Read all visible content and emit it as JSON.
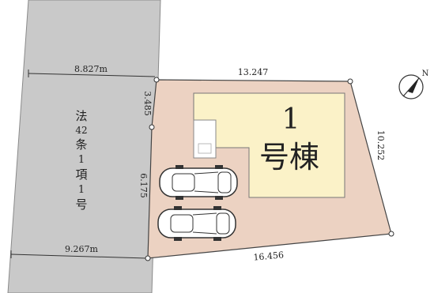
{
  "road": {
    "label_lines": [
      "法",
      "42",
      "条",
      "1",
      "項",
      "1",
      "号"
    ],
    "frontage_top": "8.827m",
    "frontage_bottom": "9.267m"
  },
  "lot": {
    "dims": {
      "top": "13.247",
      "right": "10.252",
      "bottom": "16.456",
      "left_upper": "3.485",
      "left_lower": "6.175"
    }
  },
  "building": {
    "number": "1",
    "name": "号棟"
  },
  "compass": {
    "label": "N"
  },
  "colors": {
    "road": "#c9c9c9",
    "lot": "#ecd2c2",
    "building": "#fbf2c8"
  }
}
